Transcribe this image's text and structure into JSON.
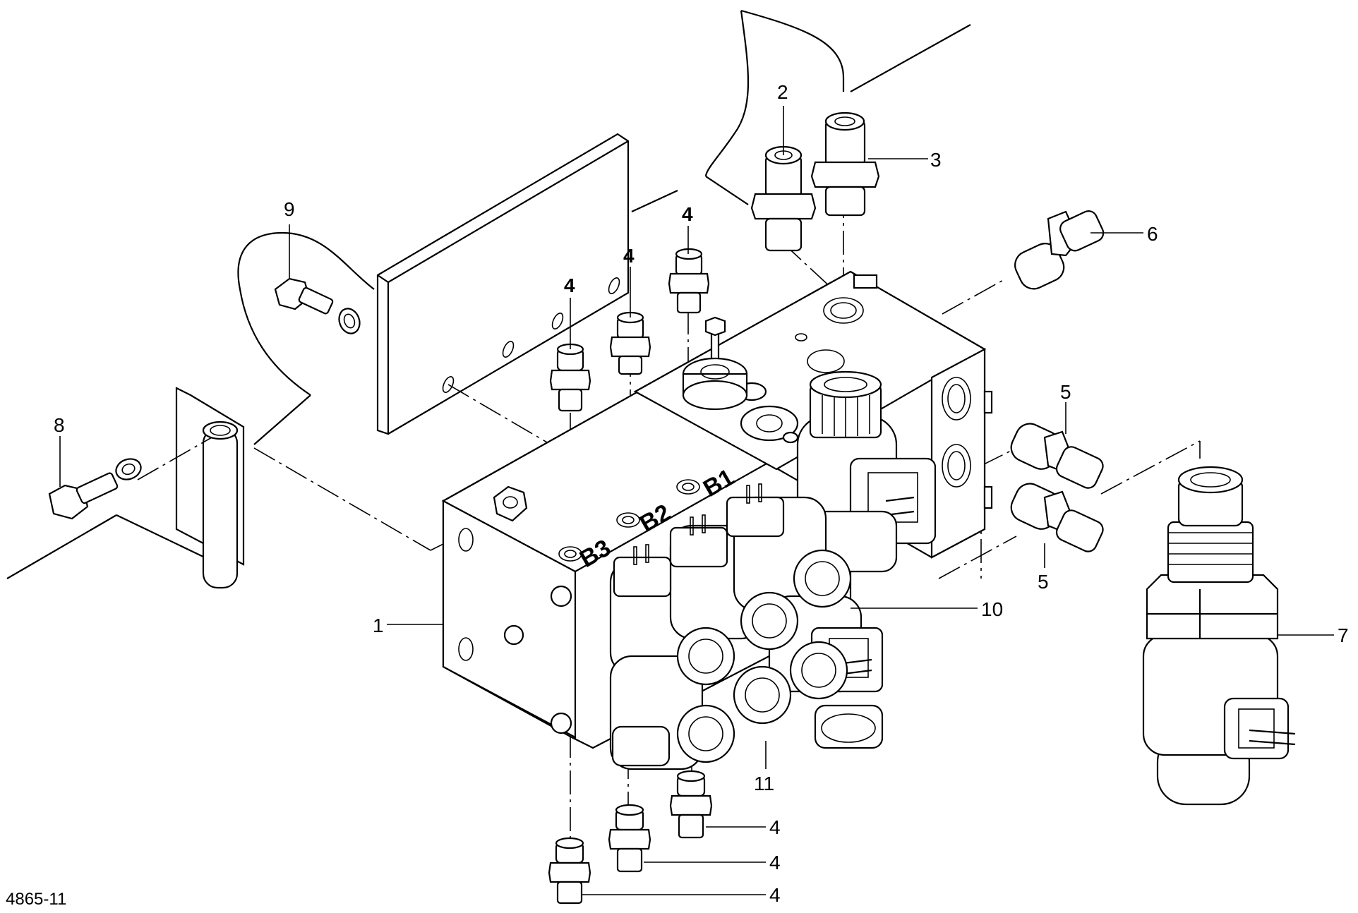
{
  "figure_id": "4865-11",
  "port_labels": {
    "b1": "B1",
    "b2": "B2",
    "b3": "B3"
  },
  "callouts": {
    "c1": "1",
    "c2": "2",
    "c3": "3",
    "c4a": "4",
    "c4b": "4",
    "c4c": "4",
    "c4d": "4",
    "c4e": "4",
    "c4f": "4",
    "c5a": "5",
    "c5b": "5",
    "c6": "6",
    "c7": "7",
    "c8": "8",
    "c9": "9",
    "c10": "10",
    "c11": "11"
  }
}
